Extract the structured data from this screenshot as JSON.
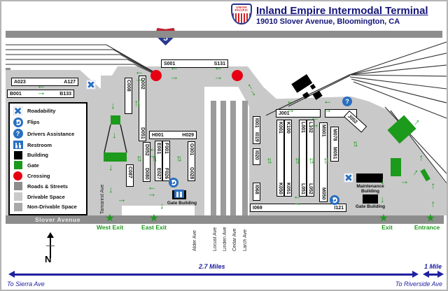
{
  "header": {
    "title": "Inland Empire Intermodal Terminal",
    "subtitle": "19010 Slover Avenue, Bloomington, CA",
    "logo": {
      "line1": "UNION",
      "line2": "PACIFIC"
    }
  },
  "highway_shield": {
    "number": "5"
  },
  "legend": {
    "items": [
      {
        "icon": "roadability-icon",
        "label": "Roadability"
      },
      {
        "icon": "flips-icon",
        "label": "Flips"
      },
      {
        "icon": "drivers-assistance-icon",
        "label": "Drivers Assistance"
      },
      {
        "icon": "restroom-icon",
        "label": "Restroom"
      },
      {
        "icon": "building-swatch",
        "label": "Building"
      },
      {
        "icon": "gate-swatch",
        "label": "Gate"
      },
      {
        "icon": "crossing-icon",
        "label": "Crossing"
      },
      {
        "icon": "roads-swatch",
        "label": "Roads & Streets"
      },
      {
        "icon": "drivable-swatch",
        "label": "Drivable Space"
      },
      {
        "icon": "nondrivable-swatch",
        "label": "Non-Drivable Space"
      }
    ]
  },
  "tracks": {
    "a": {
      "start": "A023",
      "end": "A127"
    },
    "b": {
      "start": "B001",
      "end": "B133"
    },
    "s": {
      "start": "S001",
      "end": "S131"
    },
    "h": {
      "start": "H001",
      "end": "H029"
    },
    "j": {
      "start": "J001"
    },
    "j_diag": {
      "start": "J052"
    },
    "i_bottom": {
      "start": "I069",
      "end": "I121"
    },
    "c_top": {
      "start": "C008"
    },
    "c_bottom": {
      "start": "C087"
    },
    "d": {
      "start": "D002",
      "end": "D051"
    },
    "d2": {
      "start": "D052",
      "end": "D080"
    },
    "e": {
      "start": "E001",
      "end": "E027"
    },
    "f": {
      "start": "F001",
      "end": "F026"
    },
    "g": {
      "start": "G001",
      "end": "G028"
    },
    "i1": {
      "start": "I001",
      "end": "I019"
    },
    "i2": {
      "start": "I020"
    },
    "i3": {
      "start": "I068"
    },
    "k1": {
      "start": "K001",
      "end": "K050"
    },
    "k2": {
      "start": "K100",
      "end": "K051"
    },
    "l1": {
      "start": "L001",
      "end": "L051"
    },
    "l2": {
      "start": "L102",
      "end": "L052"
    },
    "m1": {
      "start": "M001",
      "end": "M050"
    },
    "m2": {
      "start": "M078",
      "end": "M051"
    }
  },
  "streets": {
    "slover": "Slover Avenue",
    "tamarind": "Tamarind Ave",
    "cross_streets": [
      "Alder Ave",
      "Locust Ave",
      "Linden Ave",
      "Cedar Ave",
      "Larch Ave"
    ]
  },
  "gates": {
    "west_exit": "West Exit",
    "east_exit": "East Exit",
    "exit": "Exit",
    "entrance": "Entrance"
  },
  "buildings": {
    "gate_left": "Gate Building",
    "maintenance": "Maintenance Building",
    "gate_right": "Gate Building"
  },
  "scale": {
    "long_label": "2.7 Miles",
    "short_label": "1 Mile",
    "to_left": "To Sierra Ave",
    "to_right": "To Riverside Ave"
  },
  "compass": {
    "label": "N"
  },
  "colors": {
    "drivable": "#c9c9c9",
    "roads": "#8d8d8d",
    "nondrivable": "#a9a9a9",
    "gate_green": "#1c9a1c",
    "crossing_red": "#e60012",
    "icon_blue": "#2a6fc0",
    "heading_navy": "#14147a",
    "scale_navy": "#2020a0"
  }
}
